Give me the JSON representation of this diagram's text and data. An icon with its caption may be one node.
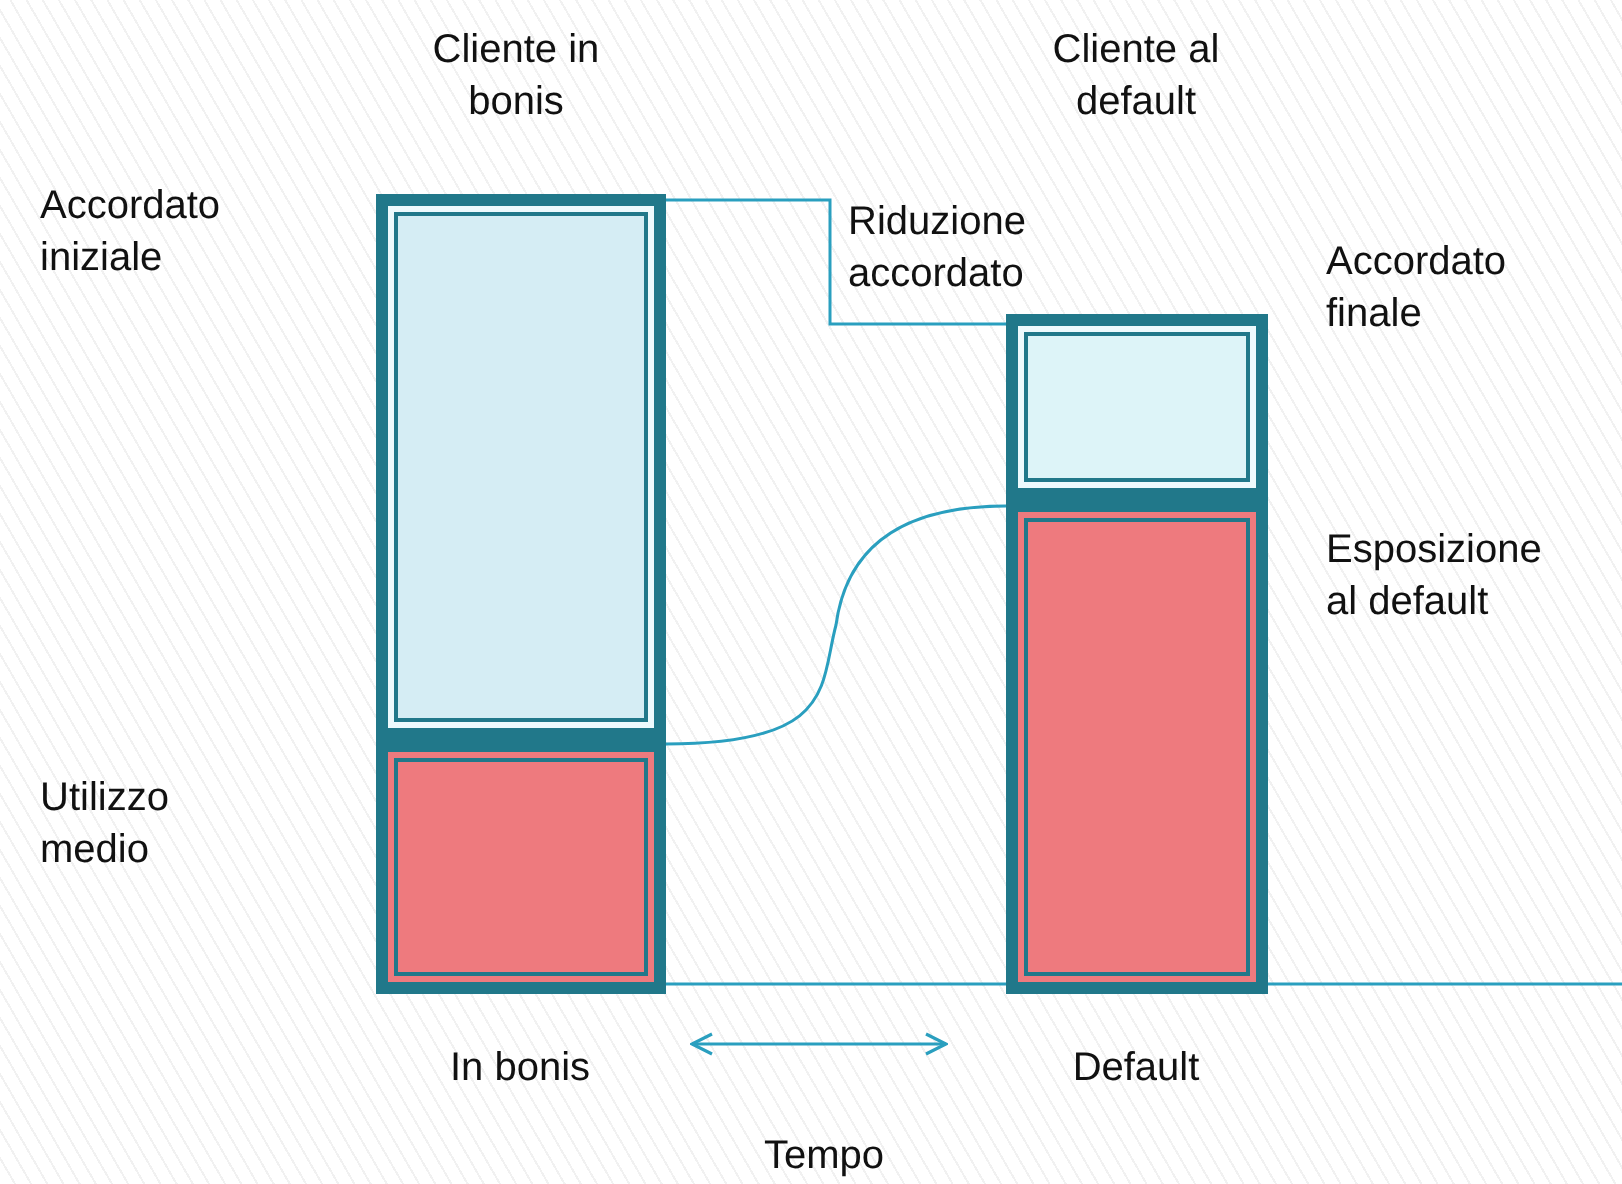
{
  "diagram": {
    "nodes": [
      {
        "text": [],
        "shape": "box",
        "beside": [
          "Accordato iniziale"
        ]
      },
      {
        "text": [],
        "shape": "box"
      },
      {
        "text": [],
        "shape": "box",
        "beside": [
          "Accordato finale"
        ]
      },
      {
        "text": [],
        "shape": "box",
        "beside": [
          "Esposizione al default"
        ]
      }
    ],
    "edges": [
      {
        "from": 0,
        "to": 2,
        "arrow": "none",
        "label": "Riduzione accordato"
      },
      {
        "from": 1,
        "to": 3,
        "arrow": "none"
      }
    ],
    "labels": [
      "Cliente in bonis",
      "Cliente al default",
      "Utilizzo medio",
      "In bonis",
      "Default",
      "Tempo"
    ]
  }
}
